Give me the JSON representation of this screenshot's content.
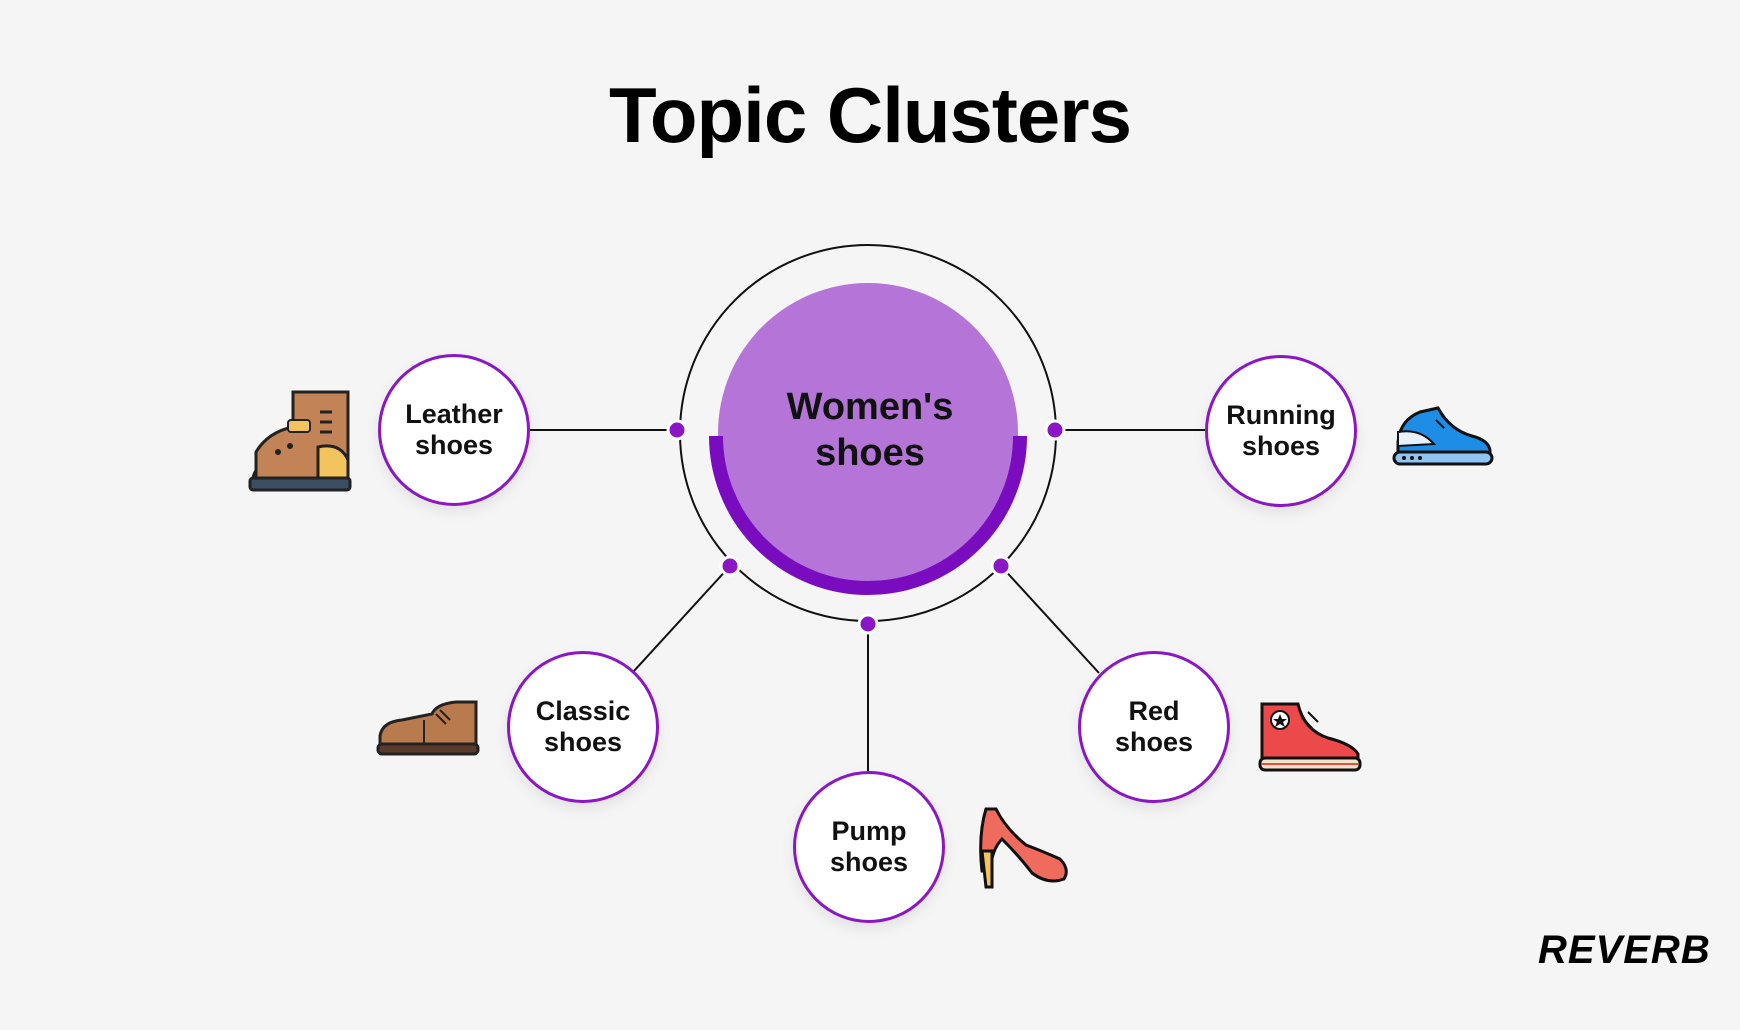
{
  "title": "Topic Clusters",
  "center": {
    "line1": "Women's",
    "line2": "shoes"
  },
  "nodes": [
    {
      "id": "leather",
      "line1": "Leather",
      "line2": "shoes",
      "icon": "boot-icon"
    },
    {
      "id": "running",
      "line1": "Running",
      "line2": "shoes",
      "icon": "sneaker-icon"
    },
    {
      "id": "classic",
      "line1": "Classic",
      "line2": "shoes",
      "icon": "oxford-shoe-icon"
    },
    {
      "id": "pump",
      "line1": "Pump",
      "line2": "shoes",
      "icon": "high-heel-icon"
    },
    {
      "id": "red",
      "line1": "Red",
      "line2": "shoes",
      "icon": "high-top-sneaker-icon"
    }
  ],
  "logo": "REVERB",
  "colors": {
    "accent": "#8a16c6",
    "center_fill": "#b575d8",
    "background": "#f5f5f5",
    "line": "#111111"
  }
}
